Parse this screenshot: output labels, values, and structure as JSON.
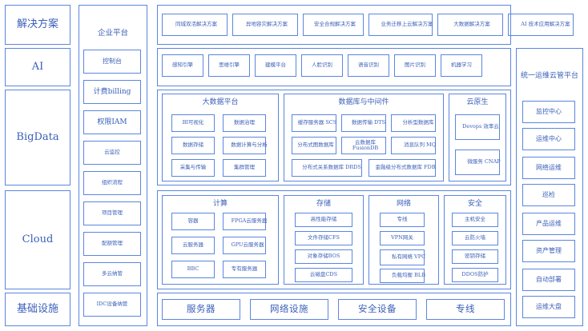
{
  "left_layers": [
    "解决方案",
    "AI",
    "BigData",
    "Cloud",
    "基础设施"
  ],
  "enterprise": {
    "title": "企业平台",
    "items": [
      "控制台",
      "计费billing",
      "权限IAM",
      "云监控",
      "组织流程",
      "项目管理",
      "配额管理",
      "多云纳管",
      "IDC设备纳管"
    ]
  },
  "solutions": [
    "同城双活解决方案",
    "异地容灾解决方案",
    "安全合规解决方案",
    "业务迁移上云解决方案",
    "大数据解决方案",
    "AI 技术应用解决方案"
  ],
  "ai_items": [
    "感知引擎",
    "思维引擎",
    "建模平台",
    "人脸识别",
    "语音识别",
    "图片识别",
    "机器学习"
  ],
  "bigdata": {
    "title": "大数据平台",
    "items": [
      "BI可视化",
      "数据治理",
      "数据存储",
      "数据计算与分析",
      "采集与传输",
      "集群管理"
    ]
  },
  "db": {
    "title": "数据库与中间件",
    "items": [
      "缓存服务器 SCS",
      "数据传输 DTS",
      "分析型数据库",
      "分布式图数据库",
      "云数据库 FusionDB",
      "消息队列 MQ",
      "分布式关系数据库 DRDS",
      "金融级分布式数据库 FDB"
    ]
  },
  "cloud_native": {
    "title": "云原生",
    "items": [
      "Devops 效率云",
      "微服务 CNAP"
    ]
  },
  "compute": {
    "title": "计算",
    "items": [
      "容器",
      "FPGA云服务器",
      "云服务器",
      "GPU云服务器",
      "BBC",
      "专有服务器"
    ]
  },
  "storage": {
    "title": "存储",
    "items": [
      "高性能存储",
      "文件存储CFS",
      "对象存储BOS",
      "云磁盘CDS"
    ]
  },
  "network": {
    "title": "网络",
    "items": [
      "专线",
      "VPN网关",
      "私有网络 VPC",
      "负载均衡 BLB"
    ]
  },
  "security": {
    "title": "安全",
    "items": [
      "主机安全",
      "云防火墙",
      "密钥存储",
      "DDOS防护"
    ]
  },
  "infra": [
    "服务器",
    "网络设施",
    "安全设备",
    "专线"
  ],
  "ops": {
    "title": "统一运维云管平台",
    "items": [
      "监控中心",
      "运维中心",
      "网络运维",
      "巡检",
      "产品运维",
      "资产管理",
      "自动部署",
      "运维大盘"
    ]
  },
  "colors": {
    "border": "#5b86e0",
    "text": "#3a5fb8"
  }
}
